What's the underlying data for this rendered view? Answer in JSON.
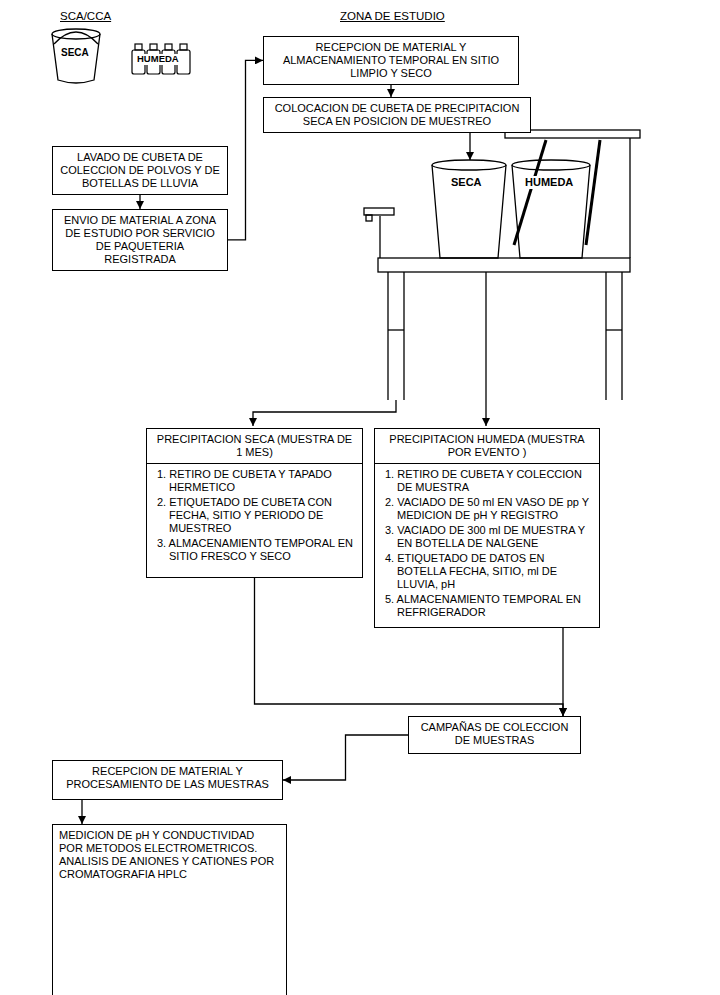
{
  "diagram": {
    "nodes": [
      {
        "text": [
          "LAVADO DE CUBETA DE COLECCION DE POLVOS Y DE BOTELLAS DE LLUVIA"
        ]
      },
      {
        "text": [
          "ENVIO DE MATERIAL A ZONA DE ESTUDIO POR SERVICIO DE PAQUETERIA REGISTRADA"
        ]
      },
      {
        "text": [
          "RECEPCION DE MATERIAL Y ALMACENAMIENTO TEMPORAL EN SITIO LIMPIO Y SECO"
        ]
      },
      {
        "text": [
          "COLOCACION DE CUBETA DE PRECIPITACION SECA EN POSICION DE MUESTREO"
        ]
      },
      {
        "text": [
          "PRECIPITACION SECA (MUESTRA DE 1 MES)",
          "1. RETIRO DE CUBETA Y TAPADO HERMETICO",
          "2. ETIQUETADO DE CUBETA CON FECHA, SITIO Y PERIODO DE MUESTREO",
          "3. ALMACENAMIENTO TEMPORAL EN SITIO FRESCO Y SECO"
        ]
      },
      {
        "text": [
          "PRECIPITACION HUMEDA (MUESTRA POR EVENTO )",
          "1. RETIRO DE CUBETA Y COLECCION DE MUESTRA",
          "2. VACIADO DE 50 ml EN VASO DE pp Y MEDICION DE pH Y REGISTRO",
          "3. VACIADO DE 300 ml DE MUESTRA Y EN BOTELLA DE NALGENE",
          "4. ETIQUETADO DE DATOS EN BOTELLA FECHA, SITIO, ml DE LLUVIA, pH",
          "5. ALMACENAMIENTO TEMPORAL EN REFRIGERADOR"
        ]
      },
      {
        "text": [
          "CAMPAÑAS DE COLECCION DE MUESTRAS"
        ]
      },
      {
        "text": [
          "RECEPCION DE MATERIAL Y PROCESAMIENTO DE LAS MUESTRAS"
        ]
      },
      {
        "text": [
          "MEDICION DE pH Y CONDUCTIVIDAD POR METODOS ELECTROMETRICOS.",
          "ANALISIS DE ANIONES Y CATIONES POR CROMATOGRAFIA HPLC"
        ]
      }
    ],
    "edges": [
      {
        "from": 0,
        "to": 1,
        "arrow": "to"
      },
      {
        "from": 1,
        "to": 2,
        "arrow": "to"
      },
      {
        "from": 2,
        "to": 3,
        "arrow": "to"
      },
      {
        "from": 4,
        "to": 6,
        "arrow": "to"
      },
      {
        "from": 5,
        "to": 6,
        "arrow": "to"
      },
      {
        "from": 6,
        "to": 7,
        "arrow": "to"
      },
      {
        "from": 7,
        "to": 8,
        "arrow": "to"
      }
    ],
    "labels": [
      "SCA/CCA",
      "ZONA DE ESTUDIO",
      "SECA",
      "HUMEDA",
      "SECA",
      "HUMEDA"
    ]
  }
}
